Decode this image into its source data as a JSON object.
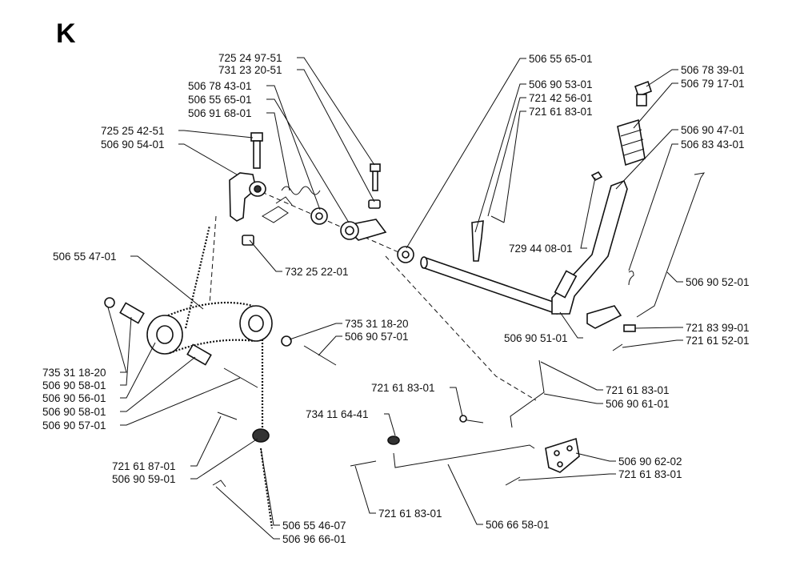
{
  "section_letter": "K",
  "part_numbers": [
    "725 24 97-51",
    "731 23 20-51",
    "506 78 43-01",
    "506 55 65-01",
    "506 91 68-01",
    "725 25 42-51",
    "506 90 54-01",
    "506 55 47-01",
    "732 25 22-01",
    "735 31 18-20",
    "506 90 58-01",
    "506 90 56-01",
    "506 90 58-01",
    "506 90 57-01",
    "735 31 18-20",
    "506 90 57-01",
    "721 61 87-01",
    "506 90 59-01",
    "506 55 46-07",
    "506 96 66-01",
    "734 11 64-41",
    "721 61 83-01",
    "721 61 83-01",
    "506 66 58-01",
    "506 55 65-01",
    "506 90 53-01",
    "721 42 56-01",
    "721 61 83-01",
    "729 44 08-01",
    "506 90 51-01",
    "506 78 39-01",
    "506 79 17-01",
    "506 90 47-01",
    "506 83 43-01",
    "506 90 52-01",
    "721 83 99-01",
    "721 61 52-01",
    "721 61 83-01",
    "506 90 61-01",
    "506 90 62-02",
    "721 61 83-01"
  ]
}
